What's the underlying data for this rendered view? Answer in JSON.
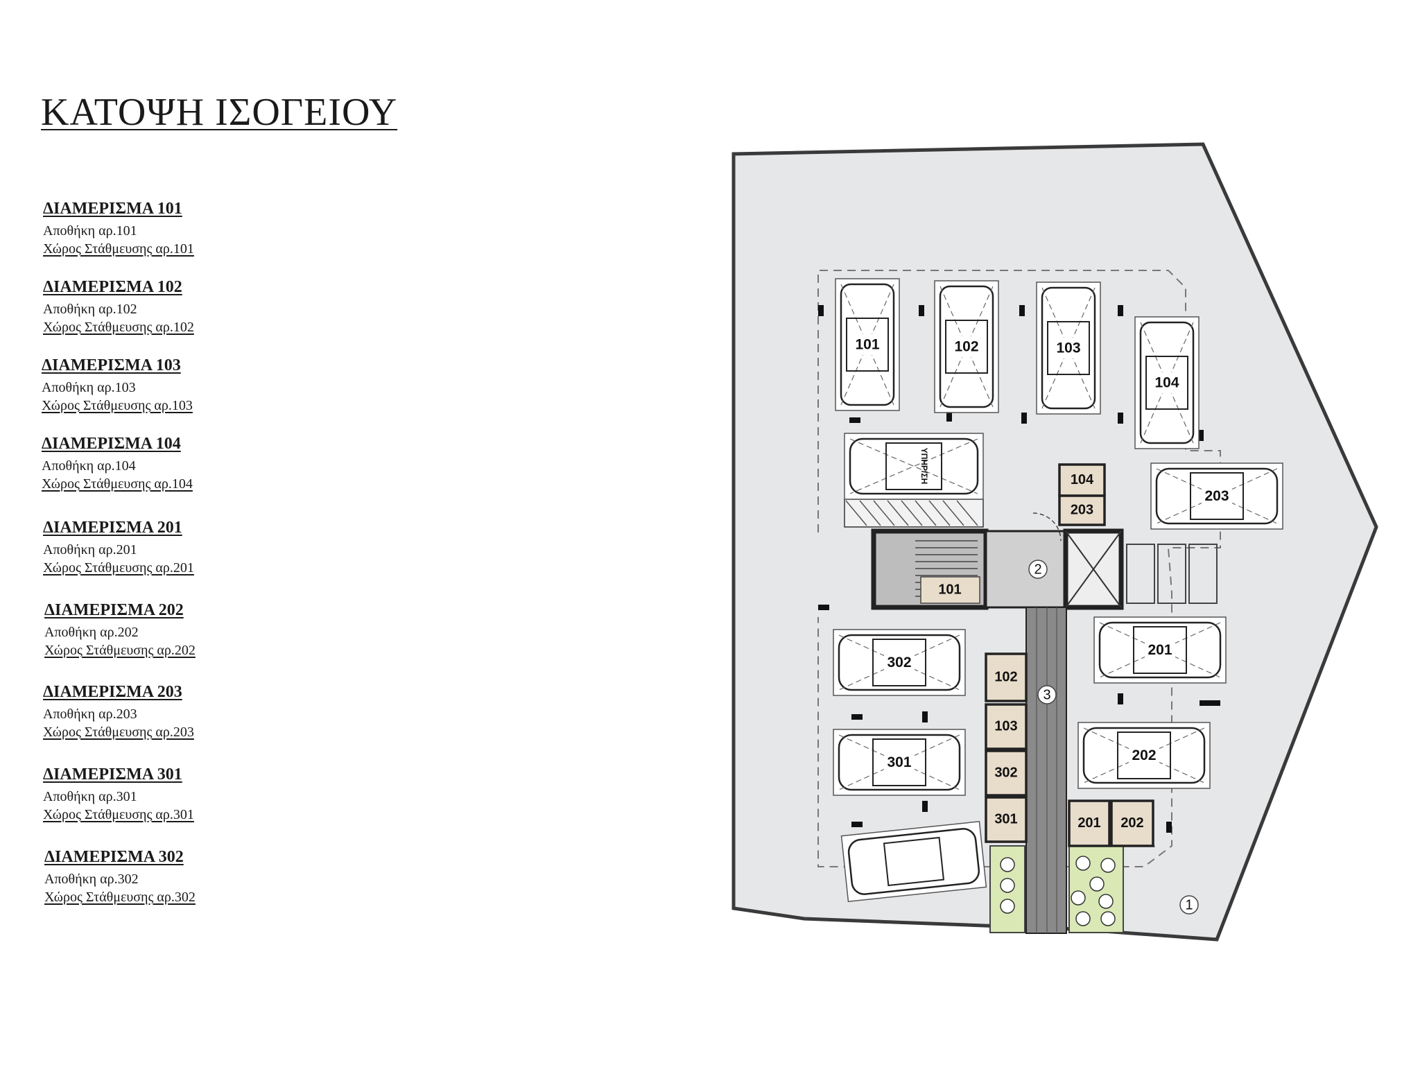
{
  "title": "ΚΑΤΟΨΗ ΙΣΟΓΕΙΟΥ",
  "apartments": [
    {
      "heading": "ΔΙΑΜΕΡΙΣΜΑ 101",
      "storage": "Αποθήκη αρ.101",
      "parking": "Χώρος Στάθμευσης αρ.101"
    },
    {
      "heading": "ΔΙΑΜΕΡΙΣΜΑ 102",
      "storage": "Αποθήκη αρ.102",
      "parking": "Χώρος Στάθμευσης αρ.102"
    },
    {
      "heading": "ΔΙΑΜΕΡΙΣΜΑ 103",
      "storage": "Αποθήκη αρ.103",
      "parking": "Χώρος Στάθμευσης αρ.103"
    },
    {
      "heading": "ΔΙΑΜΕΡΙΣΜΑ 104",
      "storage": "Αποθήκη αρ.104",
      "parking": "Χώρος Στάθμευσης αρ.104"
    },
    {
      "heading": "ΔΙΑΜΕΡΙΣΜΑ 201",
      "storage": "Αποθήκη αρ.201",
      "parking": "Χώρος Στάθμευσης αρ.201"
    },
    {
      "heading": "ΔΙΑΜΕΡΙΣΜΑ 202",
      "storage": "Αποθήκη αρ.202",
      "parking": "Χώρος Στάθμευσης αρ.202"
    },
    {
      "heading": "ΔΙΑΜΕΡΙΣΜΑ 203",
      "storage": "Αποθήκη αρ.203",
      "parking": "Χώρος Στάθμευσης αρ.203"
    },
    {
      "heading": "ΔΙΑΜΕΡΙΣΜΑ 301",
      "storage": "Αποθήκη αρ.301",
      "parking": "Χώρος Στάθμευσης αρ.301"
    },
    {
      "heading": "ΔΙΑΜΕΡΙΣΜΑ 302",
      "storage": "Αποθήκη αρ.302",
      "parking": "Χώρος Στάθμευσης αρ.302"
    }
  ],
  "plan": {
    "parking_labels": [
      "101",
      "102",
      "103",
      "104",
      "203",
      "201",
      "202",
      "302",
      "301"
    ],
    "reserved_label": "ΥΠΗΡ/ΣΗ",
    "storage_labels": [
      "104",
      "203",
      "102",
      "103",
      "302",
      "301",
      "201",
      "202",
      "101"
    ],
    "markers": [
      "1",
      "2",
      "3"
    ],
    "colors": {
      "site": "#e6e7e8",
      "outline": "#3a3a3a",
      "storage": "#e8dccb",
      "core": "#bdbdbd",
      "planter": "#d9e8b5"
    }
  }
}
